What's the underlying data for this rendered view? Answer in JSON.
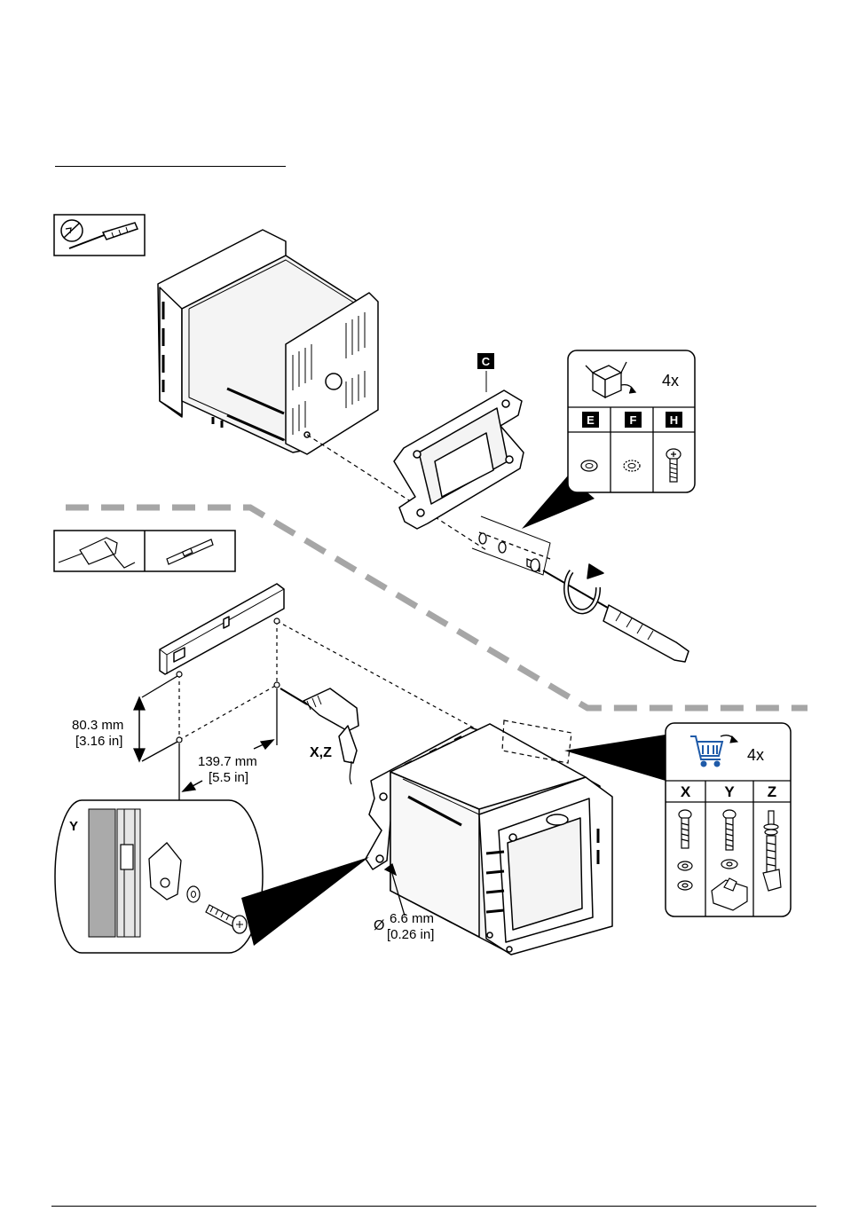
{
  "callouts": {
    "c_label": "C",
    "hardware_qty": "4x",
    "hardware_parts": [
      "E",
      "F",
      "H"
    ],
    "purchase_qty": "4x",
    "purchase_options": [
      "X",
      "Y",
      "Z"
    ],
    "detail_label": "Y",
    "drill_label": "X,Z"
  },
  "dimensions": {
    "vertical_mm": "80.3 mm",
    "vertical_in": "[3.16 in]",
    "horizontal_mm": "139.7 mm",
    "horizontal_in": "[5.5 in]",
    "hole_symbol": "Ø",
    "hole_mm": "6.6 mm",
    "hole_in": "[0.26 in]"
  },
  "icons": {
    "tools_step1": [
      "ground-screwdriver-icon",
      "screwdriver-icon"
    ],
    "tools_step2": [
      "drill-icon",
      "level-icon"
    ],
    "hardware": [
      "washer-icon",
      "lock-washer-icon",
      "screw-icon"
    ],
    "purchase": [
      "cart-icon"
    ]
  },
  "colors": {
    "cart_blue": "#1e5aa8",
    "dash_gray": "#a6a6a6",
    "label_bg": "#000000"
  }
}
